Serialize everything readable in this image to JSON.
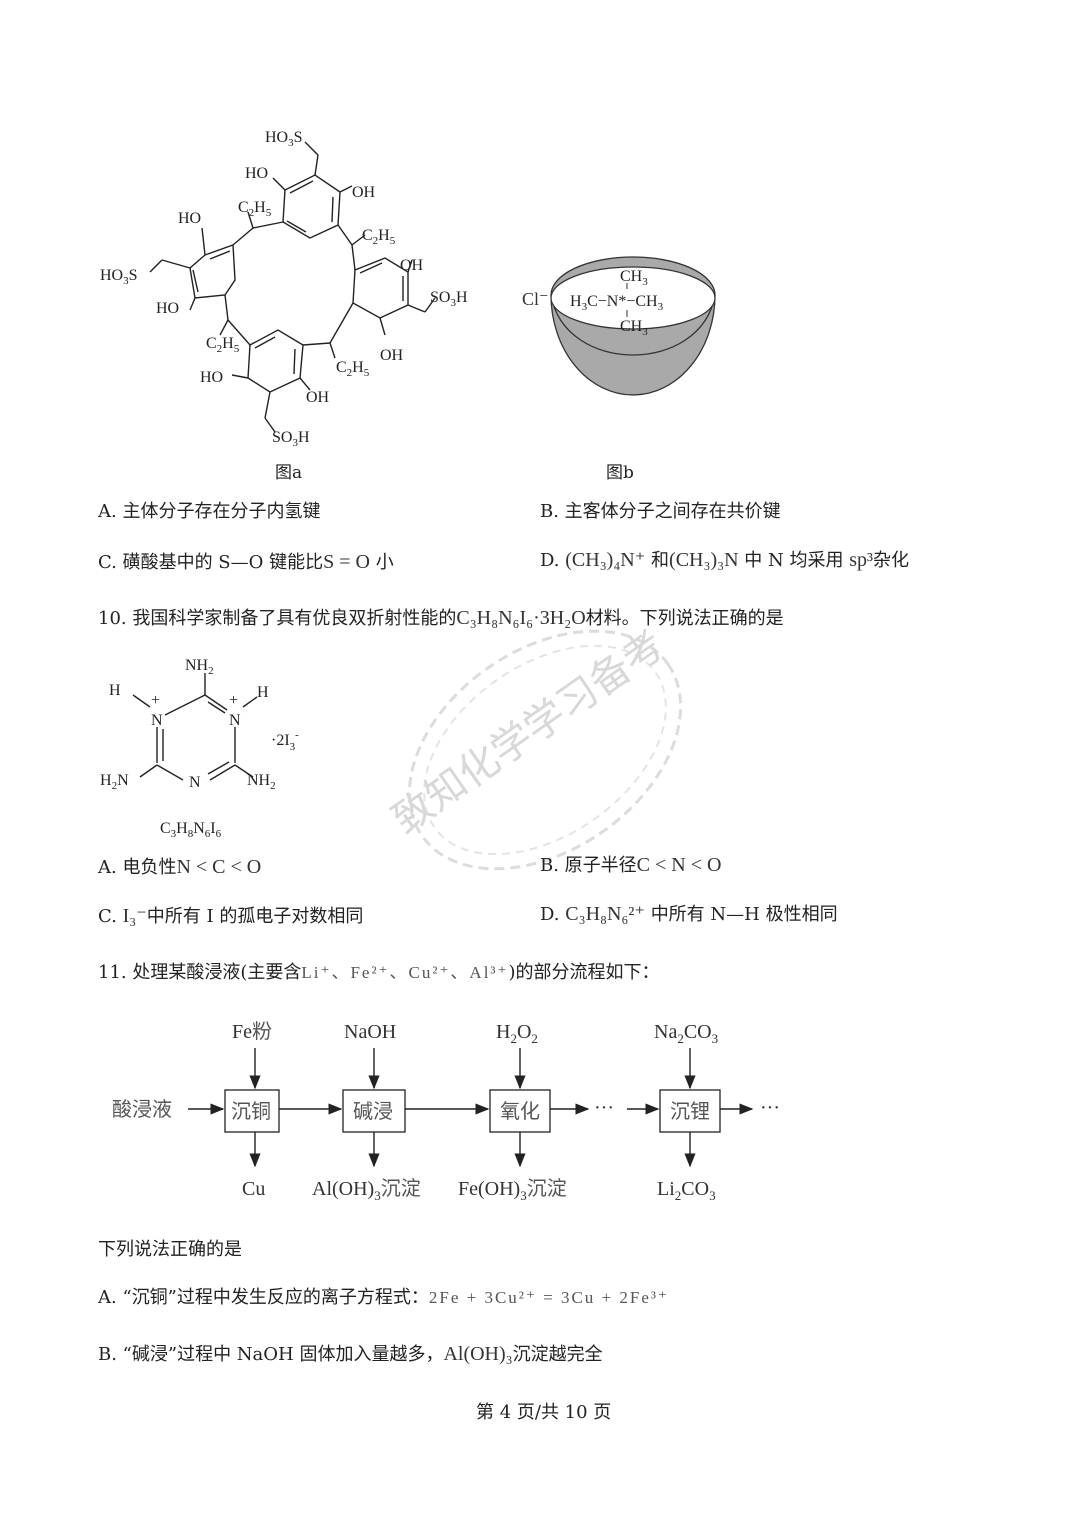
{
  "figure_a": {
    "caption": "图a",
    "groups": {
      "ho3s_top": "HO3S",
      "ho3s_left": "HO3S",
      "so3h_right": "SO3H",
      "so3h_bottom": "SO3H",
      "oh": "OH",
      "ho": "HO",
      "c2h5": "C2H5"
    }
  },
  "figure_b": {
    "caption": "图b",
    "anion": "Cl⁻",
    "center": "N*",
    "methyl": "CH3",
    "left_methyl": "H3C"
  },
  "q9_options": {
    "A": "A. 主体分子存在分子内氢键",
    "B": "B. 主客体分子之间存在共价键",
    "C_prefix": "C. 磺酸基中的 S—O 键能比",
    "C_formula": "S = O",
    "C_suffix": "小",
    "D_prefix": "D.",
    "D_f1": "(CH₃)₄N⁺",
    "D_mid": "和",
    "D_f2": "(CH₃)₃N",
    "D_mid2": "中 N 均采用",
    "D_f3": "sp³",
    "D_suffix": "杂化"
  },
  "q10": {
    "stem_prefix": "10. 我国科学家制备了具有优良双折射性能的",
    "stem_formula": "C₃H₈N₆I₆·3H₂O",
    "stem_suffix": "材料。下列说法正确的是",
    "structure_formula": "C3H8N6I6",
    "counter_ion": "·2I₃⁻",
    "options": {
      "A_prefix": "A. 电负性",
      "A_formula": "N < C < O",
      "B_prefix": "B. 原子半径",
      "B_formula": "C < N < O",
      "C_prefix": "C.",
      "C_formula": "I₃⁻",
      "C_suffix": "中所有 I 的孤电子对数相同",
      "D_prefix": "D.",
      "D_formula": "C₃H₈N₆²⁺",
      "D_suffix": "中所有 N—H 极性相同"
    }
  },
  "q11": {
    "stem_prefix": "11. 处理某酸浸液(主要含",
    "stem_ions": "Li⁺、Fe²⁺、Cu²⁺、Al³⁺",
    "stem_suffix": ")的部分流程如下：",
    "flow": {
      "input": "酸浸液",
      "steps": [
        {
          "name": "沉铜",
          "reagent": "Fe粉",
          "product": "Cu"
        },
        {
          "name": "碱浸",
          "reagent": "NaOH",
          "product": "Al(OH)3沉淀"
        },
        {
          "name": "氧化",
          "reagent": "H2O2",
          "product": "Fe(OH)3沉淀"
        },
        {
          "name": "沉锂",
          "reagent": "Na2CO3",
          "product": "Li2CO3"
        }
      ],
      "ellipsis": "···"
    },
    "question": "下列说法正确的是",
    "options": {
      "A_prefix": "A. “沉铜”过程中发生反应的离子方程式：",
      "A_formula": "2Fe + 3Cu²⁺ = 3Cu + 2Fe³⁺",
      "B_prefix": "B. “碱浸”过程中 NaOH 固体加入量越多，",
      "B_formula": "Al(OH)₃",
      "B_suffix": "沉淀越完全"
    }
  },
  "watermark": "致知化学学习备考",
  "footer": "第 4 页/共 10 页"
}
